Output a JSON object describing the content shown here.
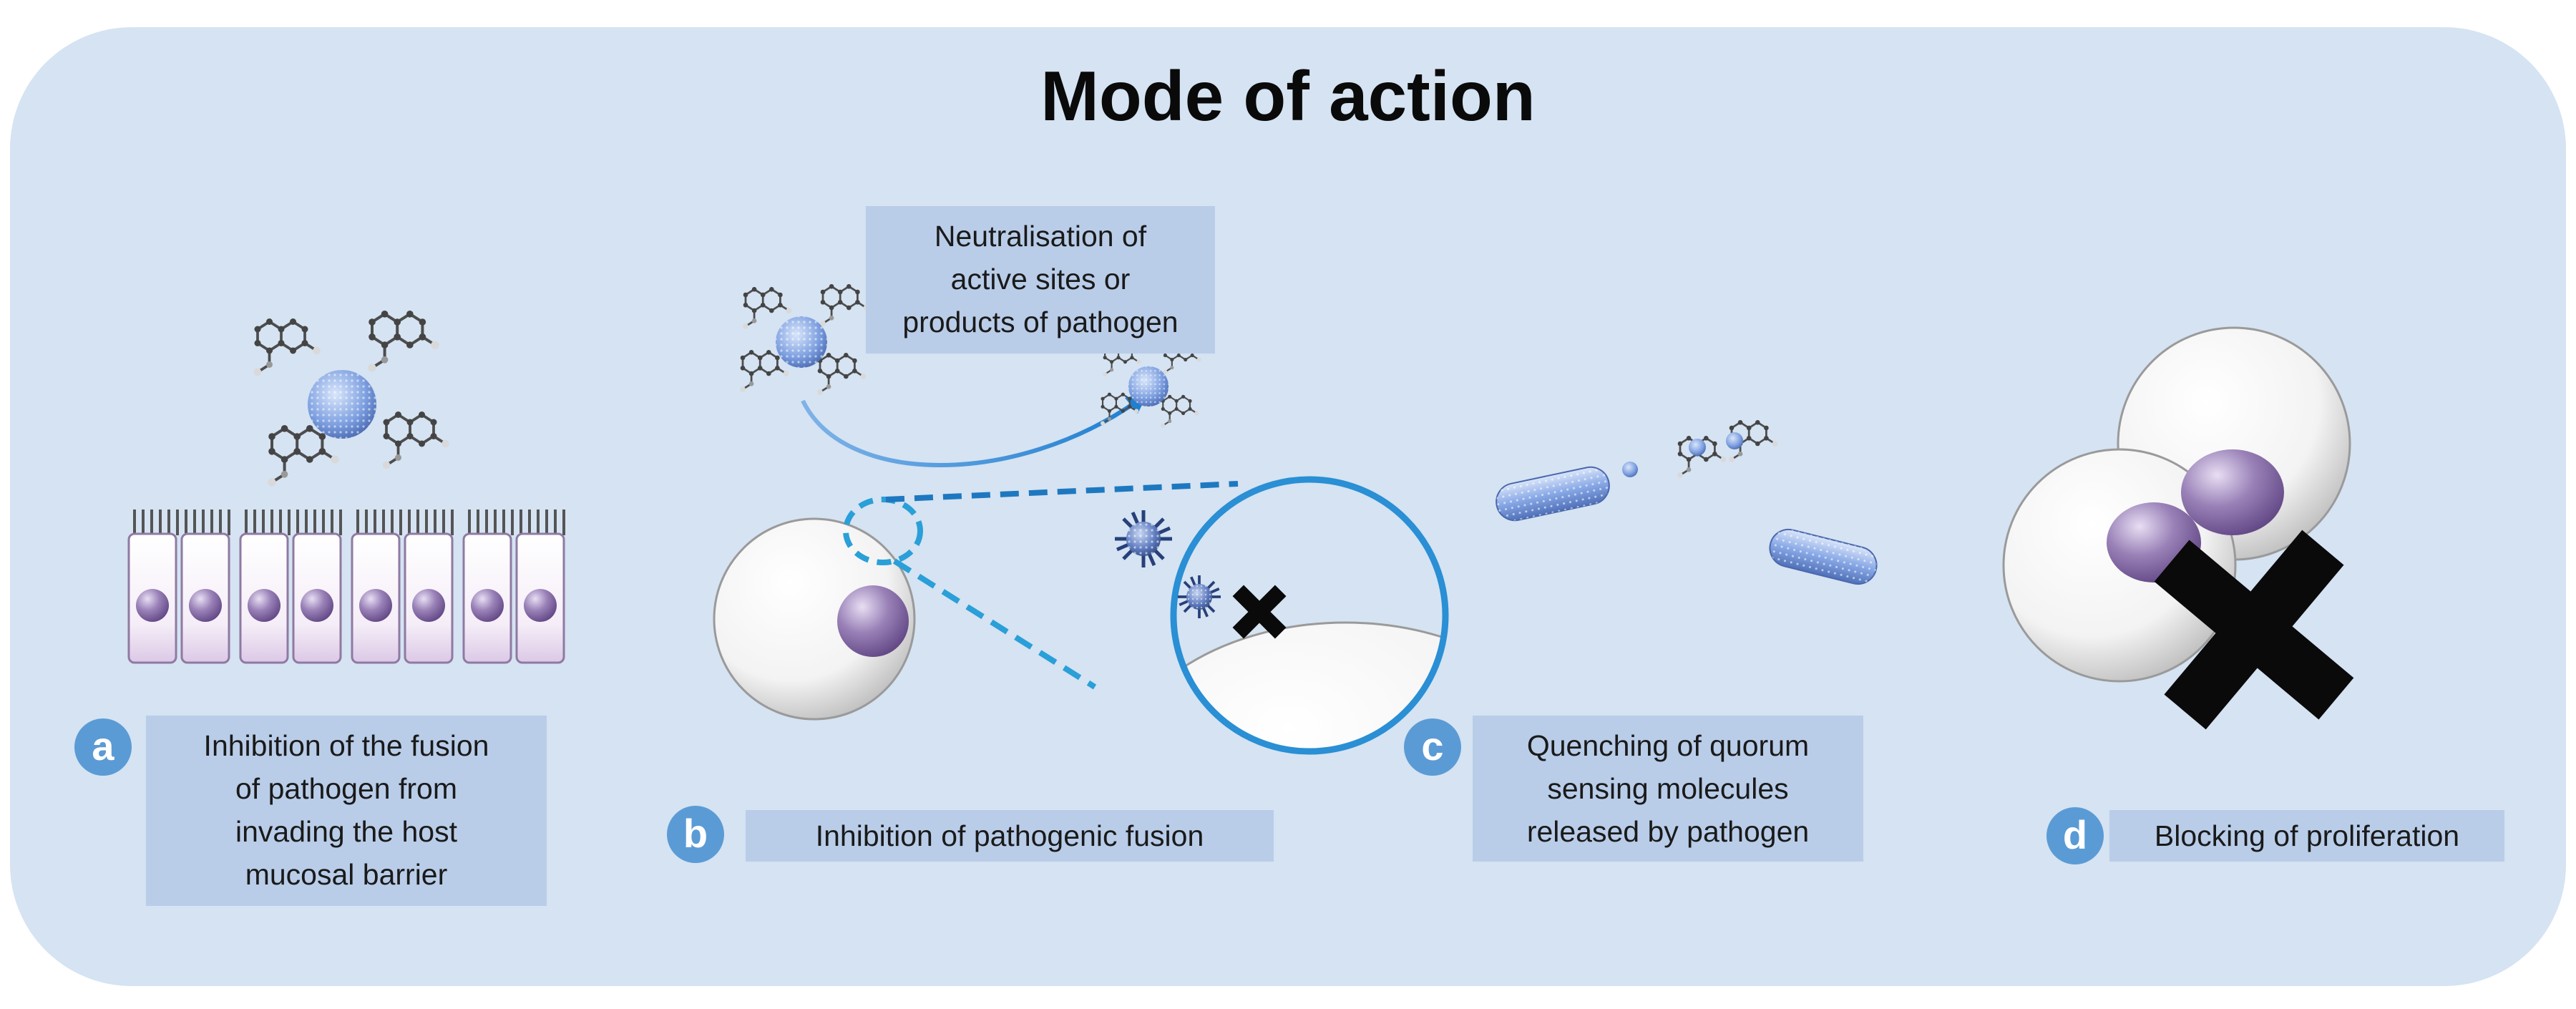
{
  "title": "Mode of action",
  "panels": {
    "a": {
      "badge": "a",
      "lines": [
        "Inhibition of the fusion",
        "of pathogen from",
        "invading the host",
        "mucosal barrier"
      ]
    },
    "b": {
      "badge": "b",
      "label": "Inhibition of pathogenic fusion",
      "callout_lines": [
        "Neutralisation of",
        "active sites or",
        "products of pathogen"
      ]
    },
    "c": {
      "badge": "c",
      "lines": [
        "Quenching of quorum",
        "sensing molecules",
        "released by pathogen"
      ]
    },
    "d": {
      "badge": "d",
      "label": "Blocking of proliferation"
    }
  },
  "colors": {
    "background": "#d5e3f2",
    "label_box": "#b9cde9",
    "badge": "#5b9bd5",
    "accent_blue": "#2a8fd4",
    "nucleus": "#7e62a0"
  },
  "icons": {
    "nanoparticle": "nanoparticle-icon",
    "molecule": "molecule-icon",
    "epithelial_cell": "epithelial-cell-icon",
    "bacterium": "rod-bacterium-icon",
    "block_mark": "x-mark-icon"
  }
}
